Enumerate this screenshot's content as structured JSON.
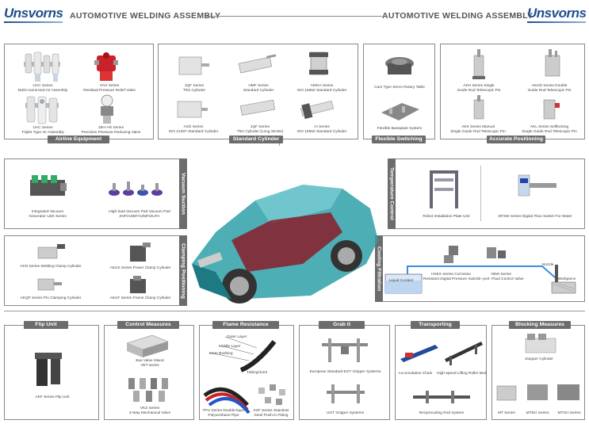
{
  "header": {
    "brand": "Unsvorns",
    "title_left": "AUTOMOTIVE WELDING ASSEMBLY",
    "title_right": "AUTOMOTIVE WELDING ASSEMBLY"
  },
  "airline": {
    "tab": "Airline Equipment",
    "items": [
      {
        "name": "UAC Series",
        "desc": "Multi-connected Air Assembly"
      },
      {
        "name": "VAH Series",
        "desc": "Residual Pressure Relief Valve"
      },
      {
        "name": "UAC Series",
        "desc": "Triplet Type Air Assembly"
      },
      {
        "name": "29H-AR Series",
        "desc": "Precision Pressure Reducing Valve"
      }
    ]
  },
  "cylinder": {
    "tab": "Standard Cylinder",
    "items": [
      {
        "name": "JQF Series",
        "desc": "Thin Cylinder"
      },
      {
        "name": "HMF Series",
        "desc": "Standard Cylinder"
      },
      {
        "name": "AMGA Series",
        "desc": "ISO 15552 Standard Cylinder"
      },
      {
        "name": "ACE Series",
        "desc": "ISO 21287 Standard Cylinder"
      },
      {
        "name": "JQF Series",
        "desc": "Thin Cylinder (Long Stroke)"
      },
      {
        "name": "AI Series",
        "desc": "ISO 15552 Standard Cylinder"
      }
    ]
  },
  "flexible": {
    "tab": "Flexible Switching",
    "items": [
      {
        "name": "Cam Type Servo Rotary Table"
      },
      {
        "name": "Flexible Baseplate System"
      }
    ]
  },
  "accurate": {
    "tab": "Accurate Positioning",
    "items": [
      {
        "name": "AKH Series Single",
        "desc": "Guide Rod Telescopic Pin"
      },
      {
        "name": "AKHD Series Double",
        "desc": "Guide Rod Telescopic Pin"
      },
      {
        "name": "AKK Series Manual",
        "desc": "Single Guide Rod Telescopic Pin"
      },
      {
        "name": "AKL Series Selflocking",
        "desc": "Single Guide Rod Telescopic Pin"
      }
    ]
  },
  "vacuum": {
    "tab": "Vacuum Suction",
    "items": [
      {
        "name": "Integrated Vacuum",
        "desc": "Generator UZK Series"
      },
      {
        "name": "High-load Vacuum Pad Vacuum Pad",
        "desc": "ZHF/AZBF/AZMF/ZUFA"
      }
    ]
  },
  "clamping": {
    "tab": "Clamping Positioning",
    "items": [
      {
        "name": "AKN Series Welding Clamp Cylinder"
      },
      {
        "name": "AKUS Series Power Clamp Cylinder"
      },
      {
        "name": "AKQF Series Pin Clamping Cylinder"
      },
      {
        "name": "AKUF Series Frame Clamp Cylinder"
      }
    ]
  },
  "temperature": {
    "tab": "Temperature Control",
    "items": [
      {
        "name": "Robot Installation Plate Unit"
      },
      {
        "name": "DFSW Series Digital Flow Switch For Water"
      }
    ]
  },
  "cooling": {
    "tab": "Cooling Filtration",
    "items": [
      {
        "name": "HSEX Series Corrosion",
        "desc": "Resistant Digital Pressure Switch"
      },
      {
        "name": "VBW Series",
        "desc": "2--port -Fluid Control Valve"
      }
    ],
    "liquid_coolant": "Liquid Coolant",
    "nozzle": "Nozzle",
    "workpiece": "Workpiece"
  },
  "flip": {
    "tab": "Flip Unit",
    "items": [
      {
        "name": "AKF Series Flip Unit"
      }
    ]
  },
  "control": {
    "tab": "Control Measures",
    "items": [
      {
        "name": "Bus Valve Island",
        "desc": "VET series"
      },
      {
        "name": "VKZ Series",
        "desc": "3-Way Mechanical Valve"
      }
    ]
  },
  "flame": {
    "tab": "Flame Resistance",
    "layers": [
      "Outer Layer",
      "Middle Layer",
      "Inner Bushing"
    ],
    "tubing": "Tubing/Joint",
    "items": [
      {
        "name": "TPU Series Double-layer",
        "desc": "Polyurethane Pipe"
      },
      {
        "name": "KZF Series Stainless",
        "desc": "Steel Push-in Fitting"
      }
    ]
  },
  "grab": {
    "tab": "Grab It",
    "items": [
      {
        "name": "European Standard EGT Gripper Systems"
      },
      {
        "name": "UGT Gripper Systems"
      }
    ]
  },
  "transporting": {
    "tab": "Transporting",
    "items": [
      {
        "name": "Accumulation Chain"
      },
      {
        "name": "High-speed Lifting Roller Bed"
      },
      {
        "name": "Reciprocating Rod System"
      }
    ]
  },
  "blocking": {
    "tab": "Blocking Measures",
    "items": [
      {
        "name": "Stopper Cylinder"
      },
      {
        "name": "MT Series"
      },
      {
        "name": "MTDH Series"
      },
      {
        "name": "MTGH Series"
      }
    ]
  },
  "colors": {
    "brand": "#1f4e8c",
    "tab_bg": "#6c6c6c",
    "car_body": "#2fa0a8",
    "car_interior": "#8a1c2a"
  }
}
